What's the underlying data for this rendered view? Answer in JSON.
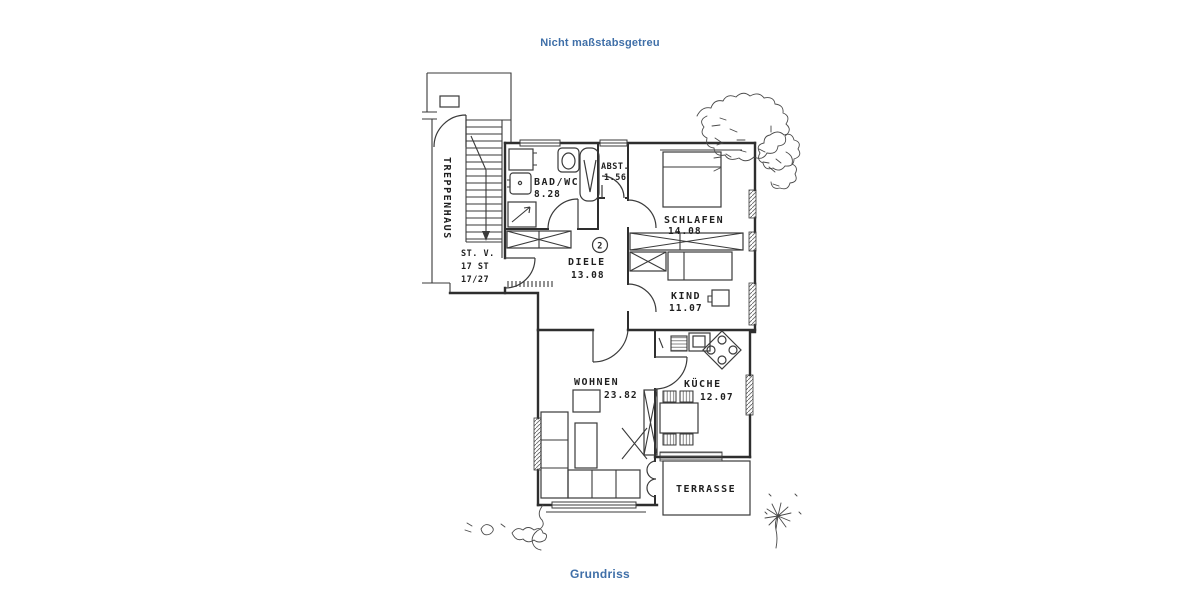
{
  "colors": {
    "accent_blue": "#3f6fa8",
    "line": "#2e2e2e",
    "background": "#ffffff"
  },
  "header": {
    "note": "Nicht maßstabsgetreu"
  },
  "footer": {
    "caption": "Grundriss"
  },
  "plan": {
    "stairwell": {
      "label": "TREPPENHAUS",
      "line1": "ST. V.",
      "line2": "17 ST",
      "line3": "17/27"
    },
    "rooms": {
      "bad": {
        "name": "BAD/WC",
        "area": "8.28"
      },
      "abst": {
        "name": "ABST.",
        "area": "1.56"
      },
      "schlafen": {
        "name": "SCHLAFEN",
        "area": "14.08"
      },
      "diele": {
        "name": "DIELE",
        "area": "13.08",
        "badge": "2"
      },
      "kind": {
        "name": "KIND",
        "area": "11.07"
      },
      "wohnen": {
        "name": "WOHNEN",
        "area": "23.82"
      },
      "kueche": {
        "name": "KÜCHE",
        "area": "12.07"
      },
      "terrasse": {
        "name": "TERRASSE"
      }
    }
  }
}
